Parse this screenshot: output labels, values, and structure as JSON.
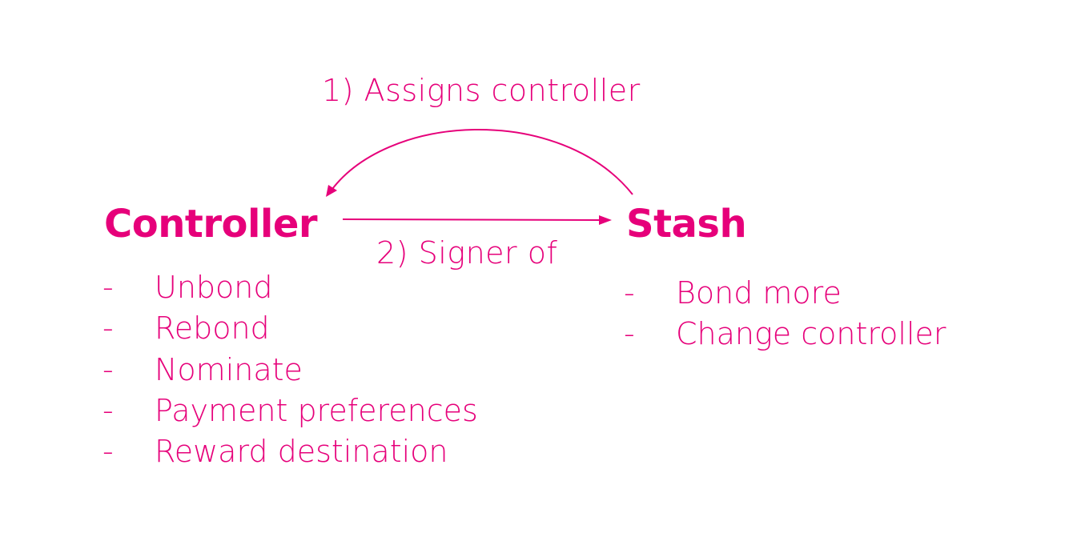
{
  "colors": {
    "accent": "#e6007a",
    "background": "#ffffff"
  },
  "edges": {
    "assigns_label": "1) Assigns controller",
    "signer_label": "2) Signer of"
  },
  "controller": {
    "title": "Controller",
    "items": [
      {
        "bullet": "-",
        "label": "Unbond"
      },
      {
        "bullet": "-",
        "label": "Rebond"
      },
      {
        "bullet": "-",
        "label": "Nominate"
      },
      {
        "bullet": "-",
        "label": "Payment preferences"
      },
      {
        "bullet": "-",
        "label": "Reward destination"
      }
    ]
  },
  "stash": {
    "title": "Stash",
    "items": [
      {
        "bullet": "-",
        "label": "Bond more"
      },
      {
        "bullet": "-",
        "label": "Change controller"
      }
    ]
  }
}
